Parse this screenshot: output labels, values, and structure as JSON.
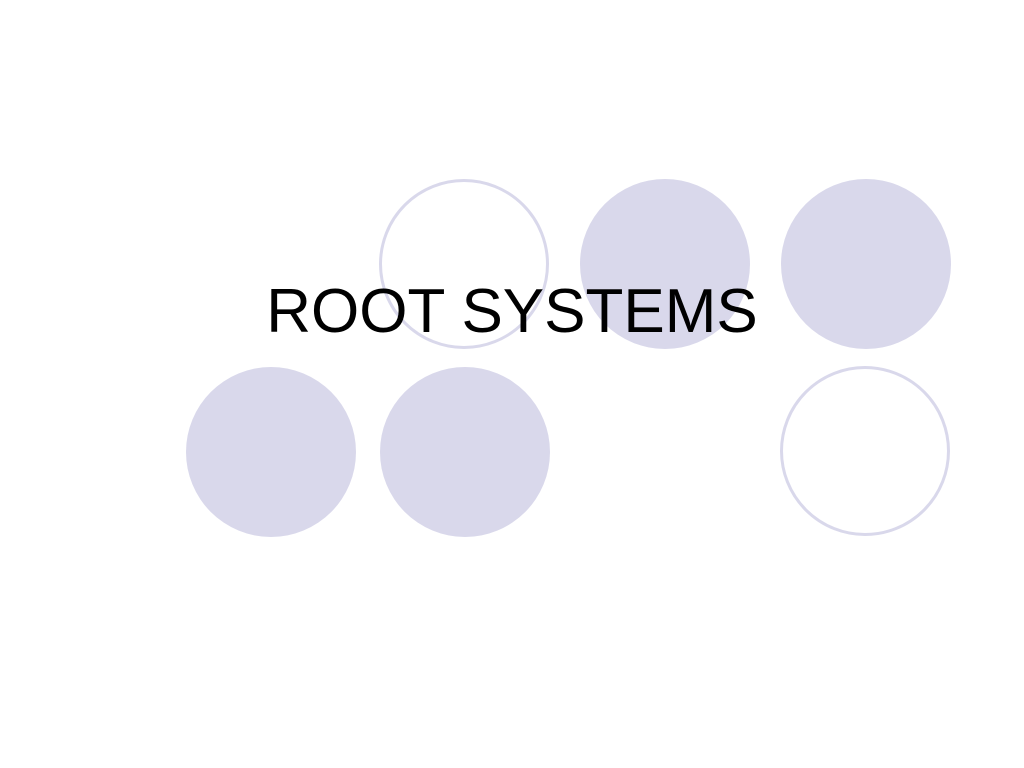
{
  "slide": {
    "title": "ROOT SYSTEMS"
  },
  "decoration": {
    "circle_color": "#d9d8eb",
    "circles": [
      {
        "style": "outline"
      },
      {
        "style": "filled"
      },
      {
        "style": "filled"
      },
      {
        "style": "filled"
      },
      {
        "style": "filled"
      },
      {
        "style": "outline"
      }
    ]
  },
  "colors": {
    "background": "#ffffff",
    "text": "#000000"
  }
}
